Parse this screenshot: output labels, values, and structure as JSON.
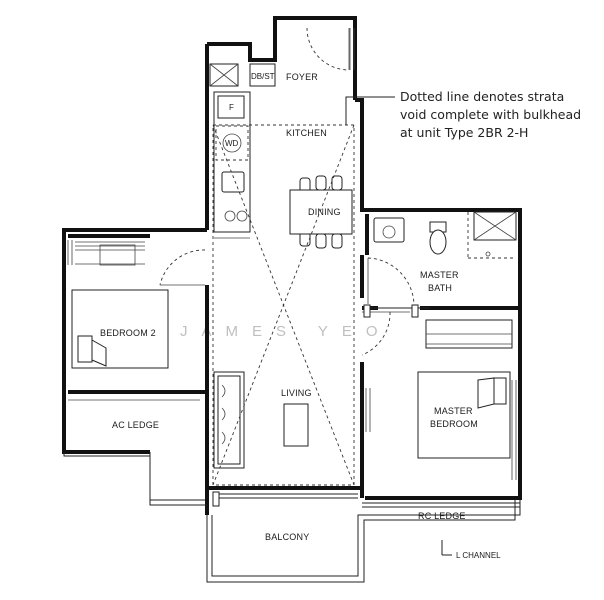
{
  "rooms": {
    "foyer": "FOYER",
    "db_st": "DB/ST",
    "kitchen": "KITCHEN",
    "fridge": "F",
    "washer_dryer": "WD",
    "dining": "DINING",
    "living": "LIVING",
    "bedroom2": "BEDROOM 2",
    "ac_ledge": "AC LEDGE",
    "master_bath_line1": "MASTER",
    "master_bath_line2": "BATH",
    "master_bedroom_line1": "MASTER",
    "master_bedroom_line2": "BEDROOM",
    "balcony": "BALCONY",
    "rc_ledge": "RC LEDGE",
    "l_channel": "L CHANNEL"
  },
  "note": {
    "line1": "Dotted line denotes strata",
    "line2": "void complete with bulkhead",
    "line3": "at unit Type 2BR 2-H"
  },
  "watermark": "JAMES YEO"
}
